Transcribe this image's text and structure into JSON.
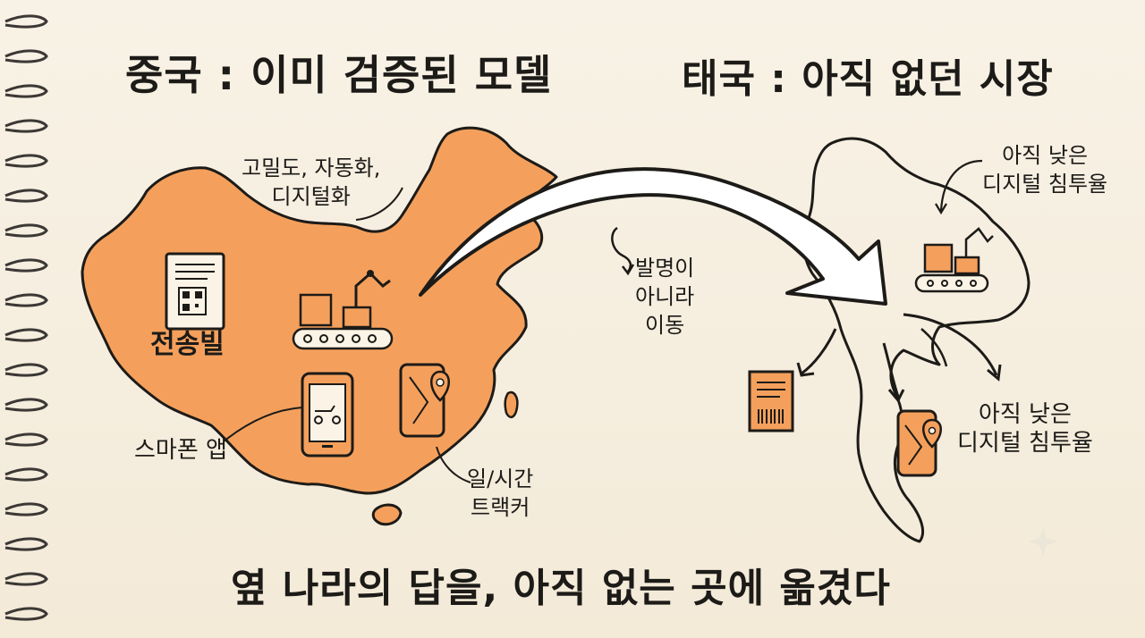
{
  "titles": {
    "left": "중국 : 이미 검증된 모델",
    "right": "태국 : 아직 없던 시장",
    "bottom": "옆 나라의 답을, 아직 없는 곳에 옮겼다"
  },
  "china_labels": {
    "top": "고밀도, 자동화,\n디지털화",
    "waybill": "전송빌",
    "smartphone": "스마폰 앱",
    "tracker": "일/시간\n트랙커"
  },
  "arrow_label": "발명이\n아니라\n이동",
  "thailand_labels": {
    "top": "아직 낮은\n디지털 침투율",
    "bottom": "아직 낮은\n디지털 침투율"
  },
  "colors": {
    "map_fill": "#f4a05c",
    "ink": "#1d1b18",
    "paper": "#f6efe1"
  }
}
